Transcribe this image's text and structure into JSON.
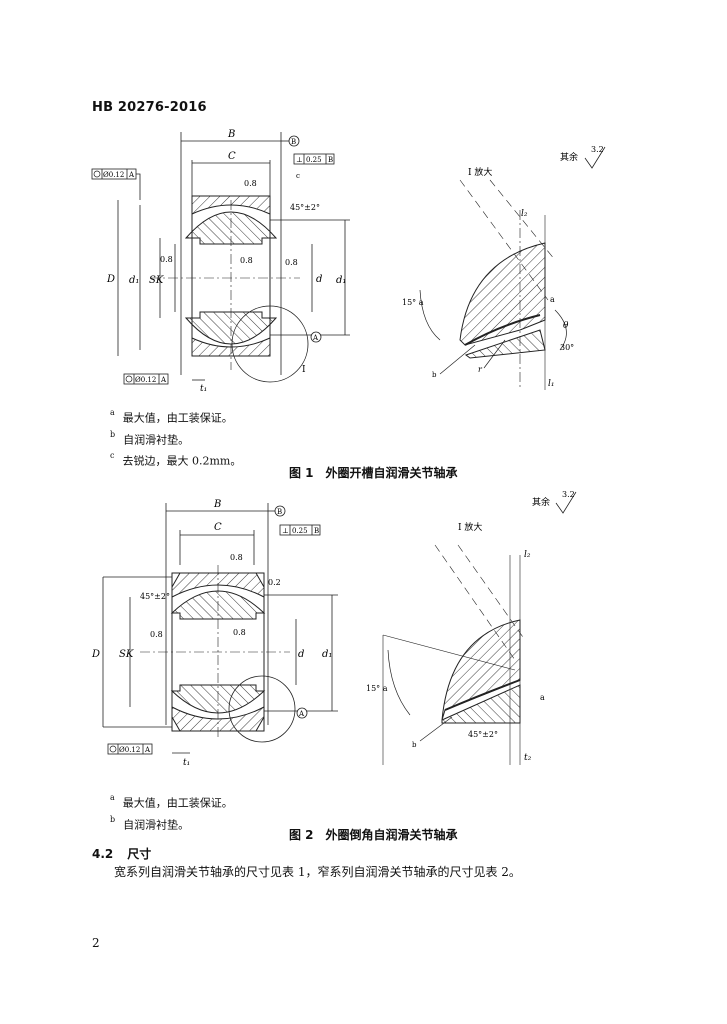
{
  "header": {
    "doc_code": "HB 20276-2016"
  },
  "figure1": {
    "caption": "图 1　外圈开槽自润滑关节轴承",
    "enlarge_label": "I 放大",
    "rest_label": "其余",
    "roughness_value": "3.2",
    "labels": {
      "B": "B",
      "C": "C",
      "D": "D",
      "d1_left": "d₁",
      "SK": "SK",
      "d": "d",
      "d1_right": "d₁",
      "t1": "t₁",
      "l2": "l₂",
      "l1": "l₁",
      "r": "r",
      "a": "a",
      "b": "b",
      "theta": "θ",
      "I": "I",
      "angle15": "15° a",
      "angle30": "30°",
      "chamfer": "45°±2°",
      "rough08_a": "0.8",
      "rough08_b": "0.8",
      "rough08_c": "0.8",
      "rough08_d": "0.8",
      "c_mark": "c",
      "datum_B": "B",
      "datum_A": "A",
      "tol_perp": "0.25",
      "tol_perp_ref": "B",
      "tol_coax_top": "Ø0.12",
      "tol_coax_top_ref": "A",
      "tol_coax_bot": "Ø0.12",
      "tol_coax_bot_ref": "A"
    },
    "notes": [
      {
        "mark": "a",
        "text": "最大值，由工装保证。"
      },
      {
        "mark": "b",
        "text": "自润滑衬垫。"
      },
      {
        "mark": "c",
        "text": "去锐边，最大 0.2mm。"
      }
    ]
  },
  "figure2": {
    "caption": "图 2　外圈倒角自润滑关节轴承",
    "enlarge_label": "I 放大",
    "rest_label": "其余",
    "roughness_value": "3.2",
    "labels": {
      "B": "B",
      "C": "C",
      "D": "D",
      "SK": "SK",
      "d": "d",
      "d1": "d₁",
      "t1": "t₁",
      "l2_top": "l₂",
      "l2_bot": "t₂",
      "a": "a",
      "b": "b",
      "angle15": "15° a",
      "chamfer_left": "45°±2°",
      "chamfer_right": "45°±2°",
      "rough08_a": "0.8",
      "rough08_b": "0.8",
      "rough08_c": "0.8",
      "rough08_d": "0.2",
      "datum_B": "B",
      "datum_A": "A",
      "tol_perp": "0.25",
      "tol_perp_ref": "B",
      "tol_coax": "Ø0.12",
      "tol_coax_ref": "A"
    },
    "notes": [
      {
        "mark": "a",
        "text": "最大值，由工装保证。"
      },
      {
        "mark": "b",
        "text": "自润滑衬垫。"
      }
    ]
  },
  "section": {
    "number": "4.2",
    "title": "尺寸",
    "paragraph": "宽系列自润滑关节轴承的尺寸见表 1，窄系列自润滑关节轴承的尺寸见表 2。"
  },
  "page_number": "2"
}
